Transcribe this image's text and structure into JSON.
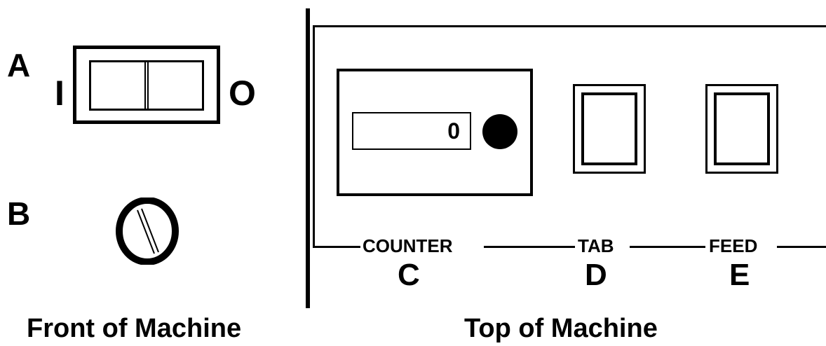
{
  "front": {
    "caption": "Front of Machine",
    "letter_a": "A",
    "letter_b": "B",
    "on_symbol": "I",
    "off_symbol": "O"
  },
  "top": {
    "caption": "Top of Machine",
    "counter_value": "0",
    "counter_label": "COUNTER",
    "counter_letter": "C",
    "tab_label": "TAB",
    "tab_letter": "D",
    "feed_label": "FEED",
    "feed_letter": "E"
  },
  "icons": [
    "power-rocker-switch-icon",
    "dial-knob-icon",
    "reset-button-icon"
  ]
}
